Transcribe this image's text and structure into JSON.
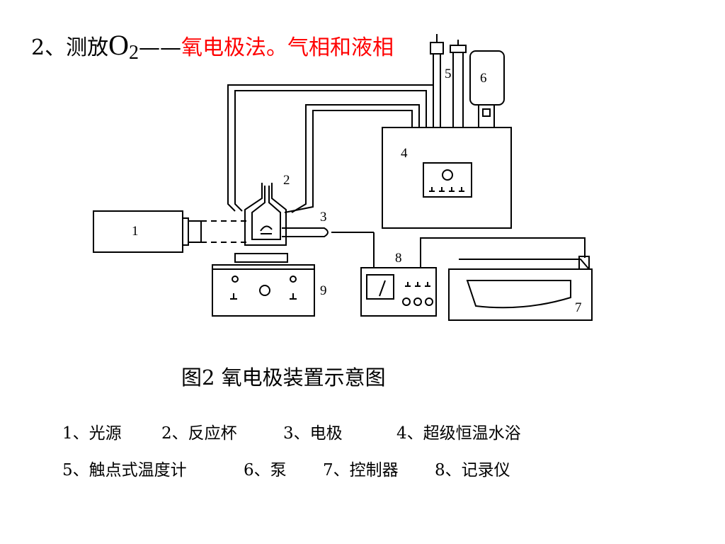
{
  "heading": {
    "prefix": "2、测放",
    "o_letter": "O",
    "o_sub": "2",
    "dash": "——",
    "red_text": "氧电极法。气相和液相"
  },
  "diagram": {
    "labels": [
      "1",
      "2",
      "3",
      "4",
      "5",
      "6",
      "7",
      "8",
      "9"
    ]
  },
  "caption": "图2  氧电极装置示意图",
  "legend": {
    "row1": [
      "1、光源",
      "2、反应杯",
      "3、电极",
      "4、超级恒温水浴"
    ],
    "row2": [
      "5、触点式温度计",
      "6、泵",
      "7、控制器",
      "8、记录仪"
    ]
  }
}
